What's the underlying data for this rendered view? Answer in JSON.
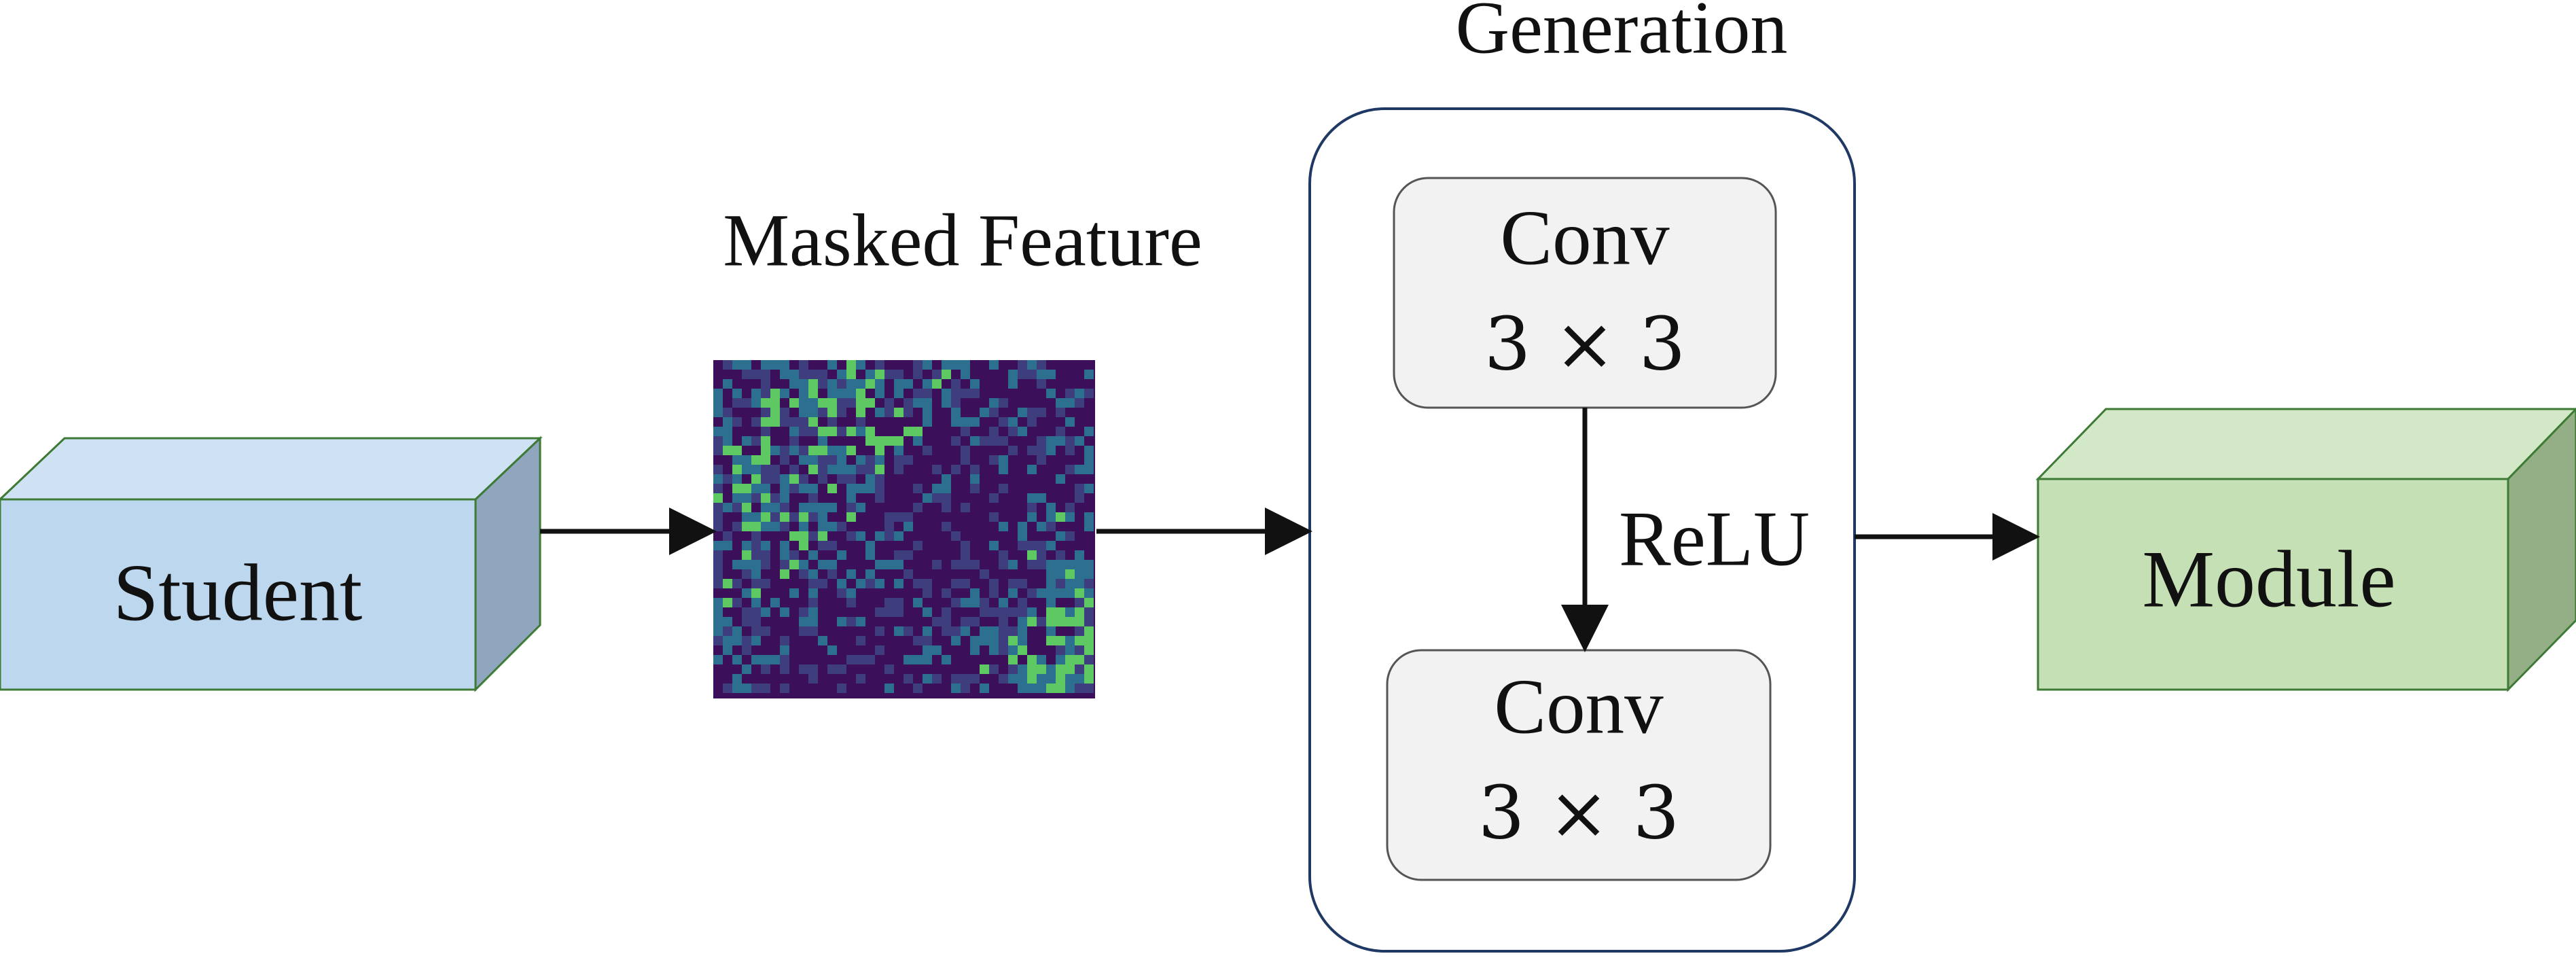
{
  "diagram": {
    "nodes": {
      "student": {
        "label": "Student"
      },
      "masked_feature": {
        "label": "Masked Feature"
      },
      "generation": {
        "label": "Generation",
        "layers": [
          {
            "name": "Conv",
            "size": "3 × 3"
          },
          {
            "name": "Conv",
            "size": "3 × 3"
          }
        ],
        "activation": "ReLU"
      },
      "module": {
        "label": "Module"
      }
    },
    "colors": {
      "student_front": "#bdd7ee",
      "student_top": "#cfe2f3",
      "student_side": "#8fa6be",
      "student_stroke": "#3d7a35",
      "module_front": "#c5e0b4",
      "module_top": "#d3e8c6",
      "module_side": "#94ae85",
      "module_stroke": "#3d7a35",
      "container_stroke": "#203864",
      "conv_fill": "#f2f2f2",
      "conv_stroke": "#555555",
      "arrow": "#111111",
      "feature_dark": "#3b0f59",
      "feature_mid": "#2c6f8e",
      "feature_light": "#5ec962"
    }
  }
}
